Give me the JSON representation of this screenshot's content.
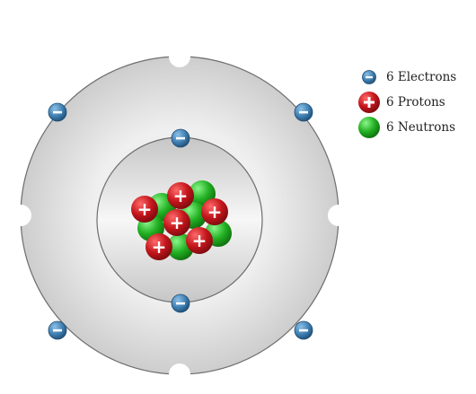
{
  "atom": {
    "electron_count": 6,
    "proton_count": 6,
    "neutron_count": 6,
    "electron_sign": "−",
    "proton_sign": "+"
  },
  "legend": {
    "electrons": "6 Electrons",
    "protons": "6 Protons",
    "neutrons": "6 Neutrons"
  },
  "colors": {
    "electron": "#3d7db0",
    "proton": "#c4161c",
    "neutron": "#22b022",
    "outer_shell": "#d9d9d9",
    "inner_shell": "#cfcfcf",
    "ring_stroke": "#6e6e6e"
  },
  "icons": {
    "electron": "minus-circle-icon",
    "proton": "plus-circle-icon",
    "neutron": "sphere-icon"
  }
}
